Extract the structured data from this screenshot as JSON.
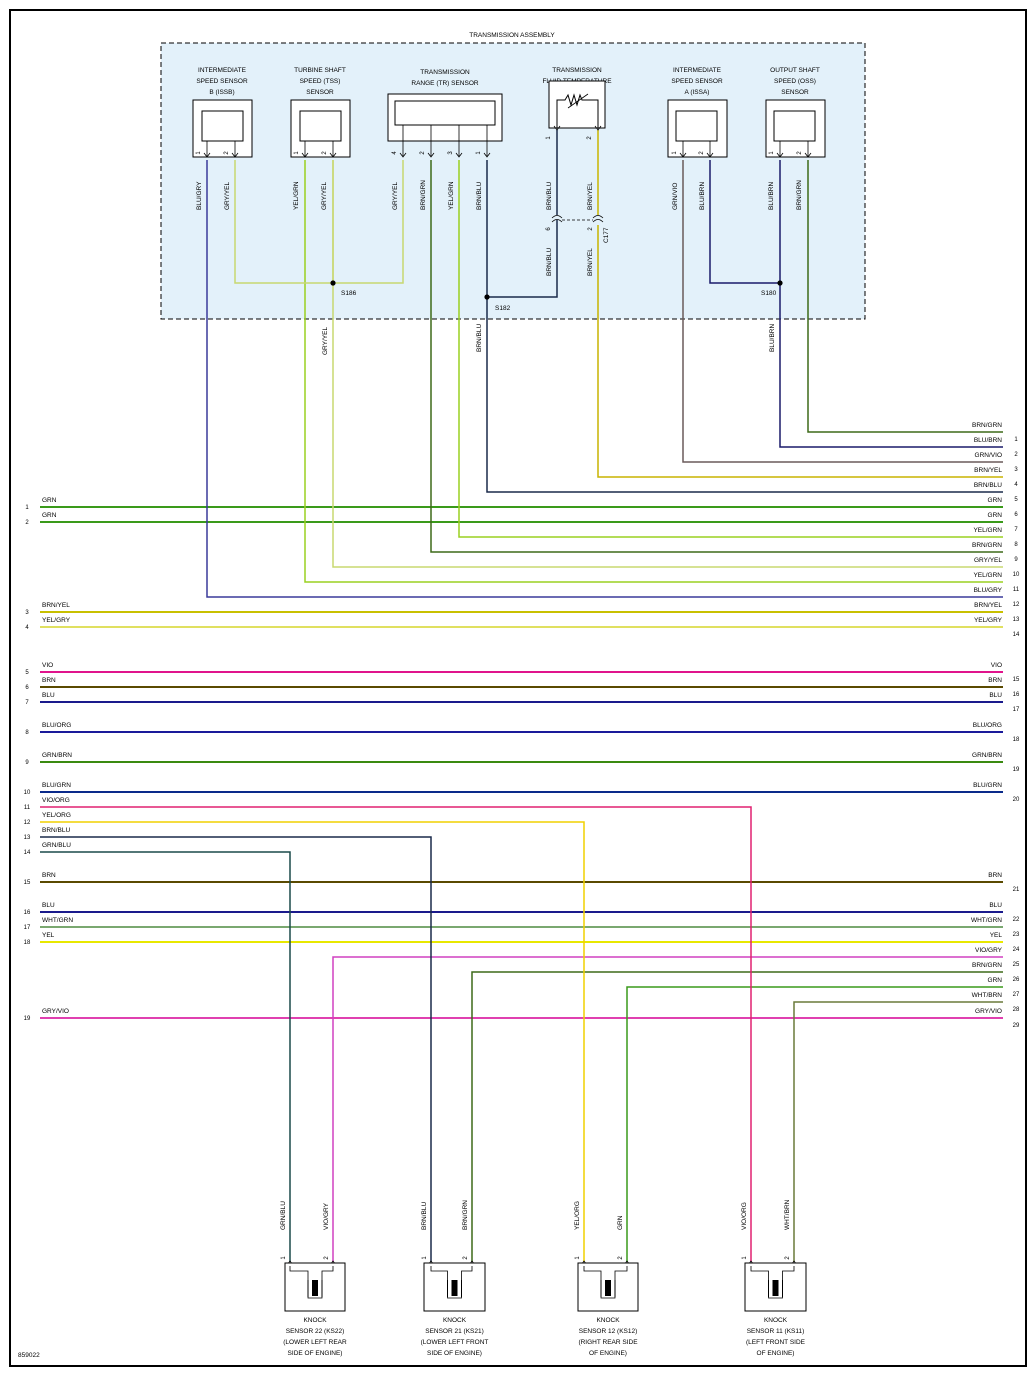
{
  "diagram_code": "859022",
  "assembly_title": "TRANSMISSION ASSEMBLY",
  "colors": {
    "GRN": "#3a9a1a",
    "BRN": "#5a4a00",
    "BLU": "#1a1a8c",
    "VIO": "#e0148c",
    "YEL": "#e8e800",
    "GRY/YEL": "#c8d870",
    "YEL/GRN": "#9ad020",
    "BRN/GRN": "#3d6a18",
    "BRN/BLU": "#1a2a4a",
    "BLU/GRY": "#3a3a9a",
    "BLU/BRN": "#1a1a6a",
    "GRN/VIO": "#6a5a5a",
    "BRN/YEL": "#c8b400",
    "GRN/BRN": "#3a8a10",
    "BLU/ORG": "#1a1a9a",
    "BLU/GRN": "#0a2a8a",
    "VIO/ORG": "#e02070",
    "YEL/ORG": "#f0d000",
    "GRN/BLU": "#1a4a4a",
    "WHT/GRN": "#7aa870",
    "VIO/GRY": "#d040c0",
    "WHT/BRN": "#6a7a3a",
    "GRY/VIO": "#e040b0",
    "BRN/YEL2": "#c8c000",
    "YEL/GRY": "#e0e060"
  },
  "components": [
    {
      "id": "issb",
      "title": [
        "INTERMEDIATE",
        "SPEED SENSOR",
        "B (ISSB)"
      ],
      "pins": [
        "1",
        "2"
      ]
    },
    {
      "id": "tss",
      "title": [
        "TURBINE SHAFT",
        "SPEED (TSS)",
        "SENSOR"
      ],
      "pins": [
        "1",
        "2"
      ]
    },
    {
      "id": "tr",
      "title": [
        "TRANSMISSION",
        "RANGE (TR) SENSOR"
      ],
      "pins": [
        "4",
        "2",
        "3",
        "1"
      ]
    },
    {
      "id": "tft",
      "title": [
        "TRANSMISSION",
        "FLUID TEMPERATURE",
        "(TFT) SENSOR"
      ],
      "pins": [
        "1",
        "2"
      ]
    },
    {
      "id": "issa",
      "title": [
        "INTERMEDIATE",
        "SPEED SENSOR",
        "A (ISSA)"
      ],
      "pins": [
        "1",
        "2"
      ]
    },
    {
      "id": "oss",
      "title": [
        "OUTPUT SHAFT",
        "SPEED (OSS)",
        "SENSOR"
      ],
      "pins": [
        "1",
        "2"
      ]
    }
  ],
  "splices": [
    "S186",
    "S182",
    "S180"
  ],
  "connector": {
    "name": "C177",
    "pins": [
      "6",
      "2"
    ]
  },
  "knock_sensors": [
    {
      "id": "ks22",
      "title": [
        "KNOCK",
        "SENSOR 22 (KS22)",
        "(LOWER LEFT REAR",
        "SIDE OF ENGINE)"
      ],
      "wires": [
        "GRN/BLU",
        "VIO/GRY"
      ],
      "pins": [
        "1",
        "2"
      ]
    },
    {
      "id": "ks21",
      "title": [
        "KNOCK",
        "SENSOR 21 (KS21)",
        "(LOWER LEFT FRONT",
        "SIDE OF ENGINE)"
      ],
      "wires": [
        "BRN/BLU",
        "BRN/GRN"
      ],
      "pins": [
        "1",
        "2"
      ]
    },
    {
      "id": "ks12",
      "title": [
        "KNOCK",
        "SENSOR 12 (KS12)",
        "(RIGHT REAR SIDE",
        "OF ENGINE)"
      ],
      "wires": [
        "YEL/ORG",
        "GRN"
      ],
      "pins": [
        "1",
        "2"
      ]
    },
    {
      "id": "ks11",
      "title": [
        "KNOCK",
        "SENSOR 11 (KS11)",
        "(LEFT FRONT SIDE",
        "OF ENGINE)"
      ],
      "wires": [
        "VIO/ORG",
        "WHT/BRN"
      ],
      "pins": [
        "1",
        "2"
      ]
    }
  ],
  "trans_vertical_labels": {
    "issb": [
      "BLU/GRY",
      "GRY/YEL"
    ],
    "tss": [
      "YEL/GRN",
      "GRY/YEL"
    ],
    "tr": [
      "GRY/YEL",
      "BRN/GRN",
      "YEL/GRN",
      "BRN/BLU"
    ],
    "tft_upper": [
      "BRN/BLU",
      "BRN/YEL"
    ],
    "tft_lower": [
      "BRN/BLU",
      "BRN/YEL"
    ],
    "issa": [
      "GRN/VIO",
      "BLU/BRN"
    ],
    "oss": [
      "BLU/BRN",
      "BRN/GRN"
    ],
    "below_assembly": [
      "GRY/YEL",
      "BRN/BLU",
      "BLU/BRN"
    ]
  },
  "left_wires": [
    {
      "num": "1",
      "label": "GRN"
    },
    {
      "num": "2",
      "label": "GRN"
    },
    {
      "num": "3",
      "label": "BRN/YEL"
    },
    {
      "num": "4",
      "label": "YEL/GRY"
    },
    {
      "num": "5",
      "label": "VIO"
    },
    {
      "num": "6",
      "label": "BRN"
    },
    {
      "num": "7",
      "label": "BLU"
    },
    {
      "num": "8",
      "label": "BLU/ORG"
    },
    {
      "num": "9",
      "label": "GRN/BRN"
    },
    {
      "num": "10",
      "label": "BLU/GRN"
    },
    {
      "num": "11",
      "label": "VIO/ORG"
    },
    {
      "num": "12",
      "label": "YEL/ORG"
    },
    {
      "num": "13",
      "label": "BRN/BLU"
    },
    {
      "num": "14",
      "label": "GRN/BLU"
    },
    {
      "num": "15",
      "label": "BRN"
    },
    {
      "num": "16",
      "label": "BLU"
    },
    {
      "num": "17",
      "label": "WHT/GRN"
    },
    {
      "num": "18",
      "label": "YEL"
    },
    {
      "num": "19",
      "label": "GRY/VIO"
    }
  ],
  "right_wires": [
    {
      "num": "1",
      "label": "BRN/GRN"
    },
    {
      "num": "2",
      "label": "BLU/BRN"
    },
    {
      "num": "3",
      "label": "GRN/VIO"
    },
    {
      "num": "4",
      "label": "BRN/YEL"
    },
    {
      "num": "5",
      "label": "BRN/BLU"
    },
    {
      "num": "6",
      "label": "GRN"
    },
    {
      "num": "7",
      "label": "GRN"
    },
    {
      "num": "8",
      "label": "YEL/GRN"
    },
    {
      "num": "9",
      "label": "BRN/GRN"
    },
    {
      "num": "10",
      "label": "GRY/YEL"
    },
    {
      "num": "11",
      "label": "YEL/GRN"
    },
    {
      "num": "12",
      "label": "BLU/GRY"
    },
    {
      "num": "13",
      "label": "BRN/YEL"
    },
    {
      "num": "14",
      "label": "YEL/GRY"
    },
    {
      "num": "15",
      "label": "VIO"
    },
    {
      "num": "16",
      "label": "BRN"
    },
    {
      "num": "17",
      "label": "BLU"
    },
    {
      "num": "18",
      "label": "BLU/ORG"
    },
    {
      "num": "19",
      "label": "GRN/BRN"
    },
    {
      "num": "20",
      "label": "BLU/GRN"
    },
    {
      "num": "21",
      "label": "BRN"
    },
    {
      "num": "22",
      "label": "BLU"
    },
    {
      "num": "23",
      "label": "WHT/GRN"
    },
    {
      "num": "24",
      "label": "YEL"
    },
    {
      "num": "25",
      "label": "VIO/GRY"
    },
    {
      "num": "26",
      "label": "BRN/GRN"
    },
    {
      "num": "27",
      "label": "GRN"
    },
    {
      "num": "28",
      "label": "WHT/BRN"
    },
    {
      "num": "29",
      "label": "GRY/VIO"
    }
  ]
}
